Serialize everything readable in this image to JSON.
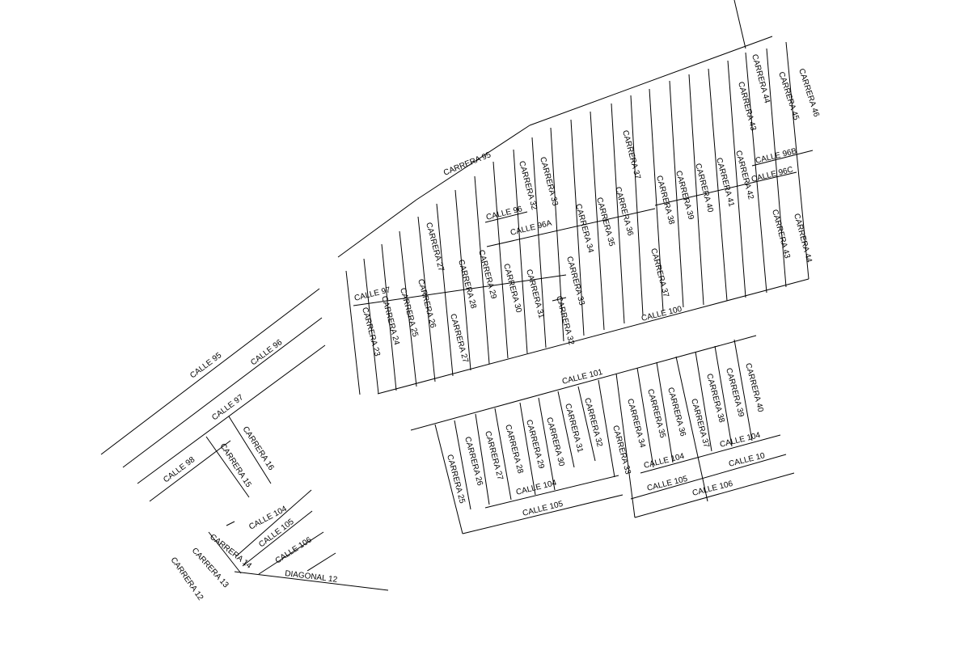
{
  "map": {
    "line_color": "#000000",
    "background_color": "#ffffff",
    "labels": {
      "carrera_95": "CARRERA 95",
      "carrera_46": "CARRERA 46",
      "carrera_45": "CARRERA 45",
      "carrera_44_top": "CARRERA 44",
      "carrera_43_top": "CARRERA 43",
      "calle_96b": "CALLE 96B",
      "calle_96c": "CALLE 96C",
      "carrera_42": "CARRERA 42",
      "carrera_41": "CARRERA 41",
      "carrera_40_top": "CARRERA 40",
      "carrera_39_top": "CARRERA 39",
      "carrera_38_top": "CARRERA 38",
      "carrera_37_top": "CARRERA 37",
      "carrera_36_top": "CARRERA 36",
      "carrera_35_top": "CARRERA 35",
      "carrera_34_top": "CARRERA 34",
      "carrera_33_top": "CARRERA 33",
      "carrera_32_top": "CARRERA 32",
      "calle_96": "CALLE 96",
      "calle_96a": "CALLE 96A",
      "carrera_33_mid": "CARRERA 33",
      "carrera_32_mid": "CARRERA 32",
      "carrera_31_top": "CARRERA 31",
      "carrera_30_top": "CARRERA 30",
      "carrera_29_top": "CARRERA 29",
      "carrera_28_top": "CARRERA 28",
      "carrera_27_top": "CARRERA 27",
      "carrera_27_mid": "CARRERA 27",
      "carrera_26_top": "CARRERA 26",
      "carrera_25_top": "CARRERA 25",
      "carrera_24": "CARRERA 24",
      "carrera_23": "CARRERA 23",
      "calle_97_top": "CALLE 97",
      "carrera_37_mid": "CARRERA 37",
      "carrera_43_low": "CARRERA 43",
      "carrera_44_low": "CARRERA 44",
      "calle_100": "CALLE 100",
      "calle_101": "CALLE 101",
      "carrera_40_low": "CARRERA 40",
      "carrera_39_low": "CARRERA 39",
      "carrera_38_low": "CARRERA 38",
      "carrera_37_low": "CARRERA 37",
      "carrera_36_low": "CARRERA 36",
      "carrera_35_low": "CARRERA 35",
      "carrera_34_low": "CARRERA 34",
      "carrera_33_low": "CARRERA 33",
      "carrera_32_low": "CARRERA 32",
      "carrera_31_low": "CARRERA 31",
      "carrera_30_low": "CARRERA 30",
      "carrera_29_low": "CARRERA 29",
      "carrera_28_low": "CARRERA 28",
      "carrera_27_low": "CARRERA 27",
      "carrera_26_low": "CARRERA 26",
      "carrera_25_low": "CARRERA 25",
      "calle_104_right": "CALLE 104",
      "calle_104_mid": "CALLE 104",
      "calle_10_right": "CALLE 10",
      "calle_104_left": "CALLE 104",
      "calle_105_mid": "CALLE 105",
      "calle_106_right": "CALLE 106",
      "calle_105_left": "CALLE 105",
      "calle_95_west": "CALLE 95",
      "calle_96_west": "CALLE 96",
      "calle_97_west": "CALLE 97",
      "calle_98_west": "CALLE 98",
      "carrera_16": "CARRERA 16",
      "carrera_15": "CARRERA 15",
      "calle_104_sw": "CALLE 104",
      "calle_105_sw": "CALLE 105",
      "calle_106_sw": "CALLE 106",
      "carrera_14": "CARRERA 14",
      "carrera_13": "CARRERA 13",
      "carrera_12": "CARRERA 12",
      "diagonal_12": "DIAGONAL 12"
    }
  }
}
